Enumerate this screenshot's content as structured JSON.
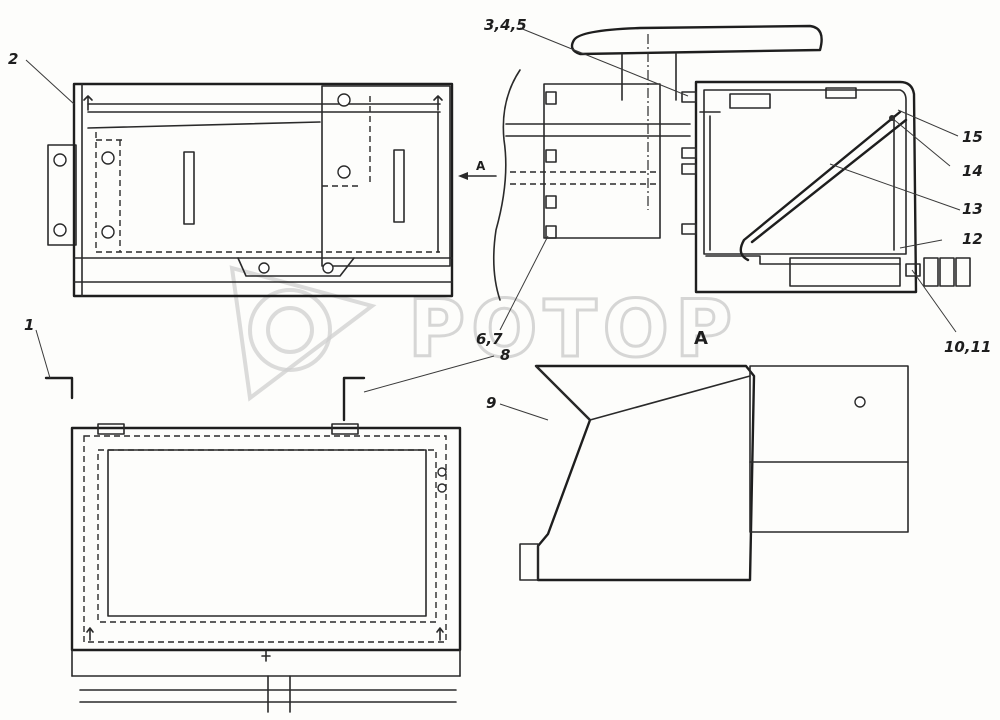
{
  "watermark": {
    "text": "POTOP",
    "color": "#c9c9c9"
  },
  "view": {
    "arrow_label": "A",
    "section_label": "A"
  },
  "callouts": {
    "c1": "1",
    "c2": "2",
    "c345": "3,4,5",
    "c67": "6,7",
    "c8": "8",
    "c9": "9",
    "c1011": "10,11",
    "c12": "12",
    "c13": "13",
    "c14": "14",
    "c15": "15"
  },
  "colors": {
    "line": "#2a2a2a",
    "paper": "#fdfdfb"
  }
}
